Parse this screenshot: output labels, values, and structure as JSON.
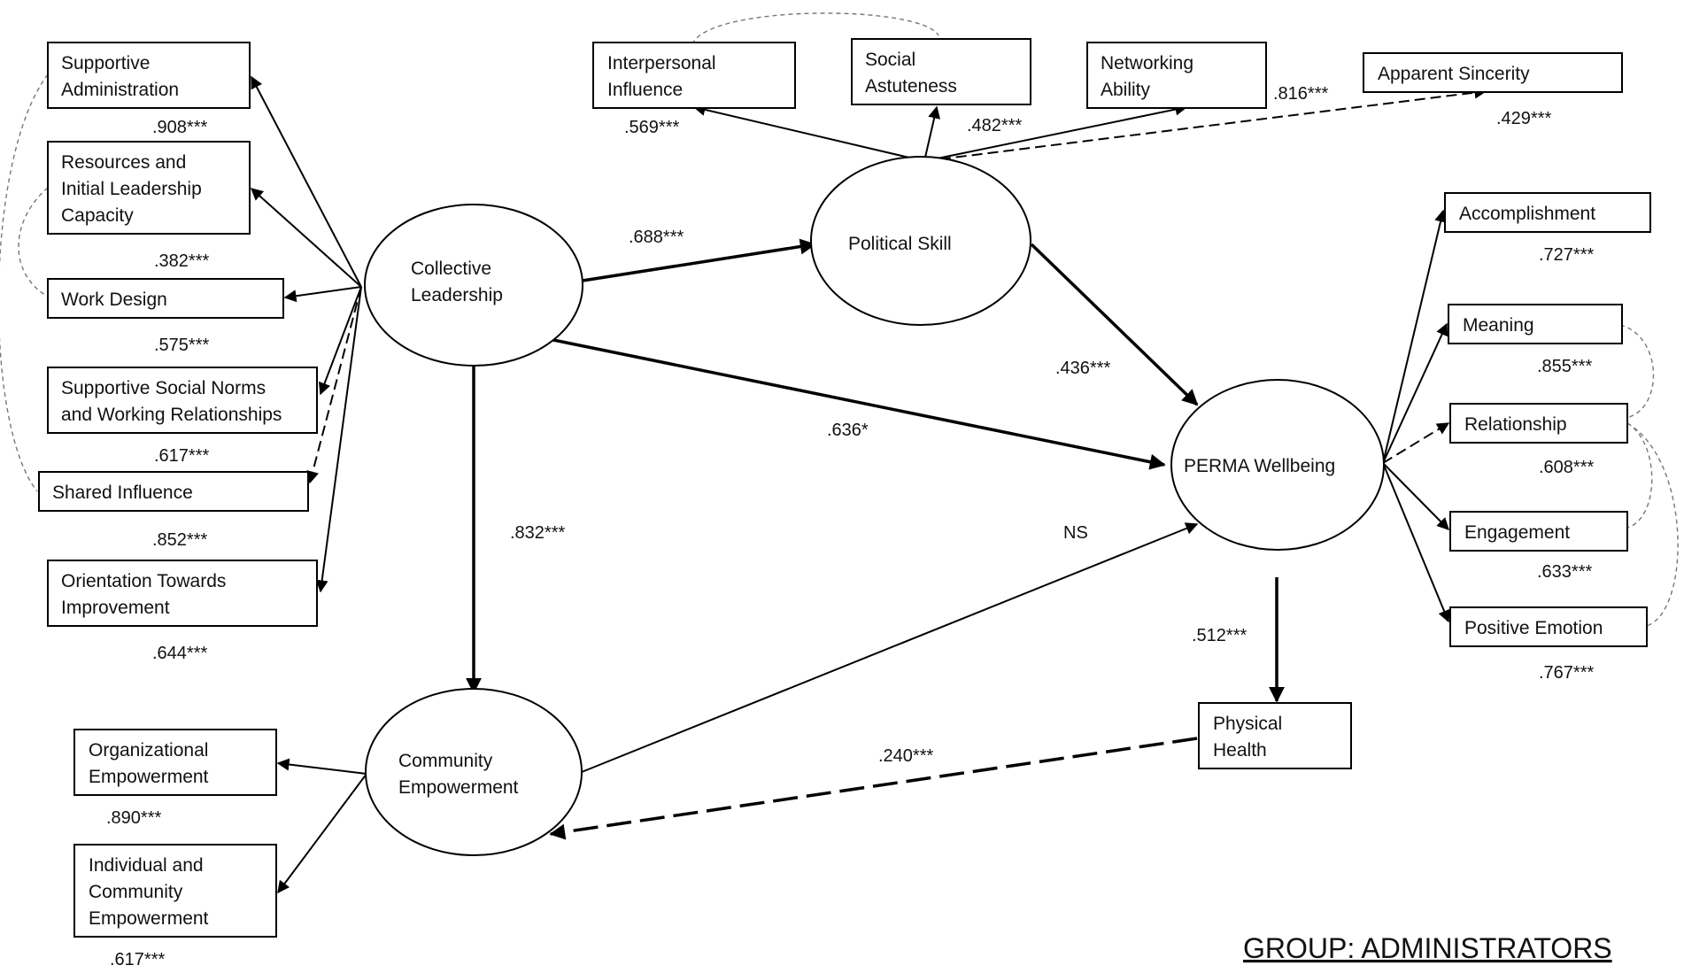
{
  "group_label": "GROUP:  ADMINISTRATORS",
  "latents": {
    "collective": [
      "Collective",
      "Leadership"
    ],
    "political": [
      "Political Skill"
    ],
    "perma": [
      "PERMA Wellbeing"
    ],
    "community": [
      "Community",
      "Empowerment"
    ]
  },
  "indicators": {
    "supportive_admin": [
      "Supportive",
      "Administration"
    ],
    "resources": [
      "Resources and",
      "Initial Leadership",
      "Capacity"
    ],
    "work_design": [
      "Work Design"
    ],
    "social_norms": [
      "Supportive Social Norms",
      "and Working Relationships"
    ],
    "shared_influence": [
      "Shared Influence"
    ],
    "orientation": [
      "Orientation Towards",
      "Improvement"
    ],
    "interpersonal": [
      "Interpersonal",
      "Influence"
    ],
    "astuteness": [
      "Social",
      "Astuteness"
    ],
    "networking": [
      "Networking",
      "Ability"
    ],
    "sincerity": [
      "Apparent Sincerity"
    ],
    "accomplishment": [
      "Accomplishment"
    ],
    "meaning": [
      "Meaning"
    ],
    "relationship": [
      "Relationship"
    ],
    "engagement": [
      "Engagement"
    ],
    "positive_emotion": [
      "Positive Emotion"
    ],
    "physical_health": [
      "Physical",
      "Health"
    ],
    "org_empowerment": [
      "Organizational",
      "Empowerment"
    ],
    "indiv_empowerment": [
      "Individual and",
      "Community",
      "Empowerment"
    ]
  },
  "coefficients": {
    "supportive_admin": ".908***",
    "resources": ".382***",
    "work_design": ".575***",
    "social_norms": ".617***",
    "shared_influence": ".852***",
    "orientation": ".644***",
    "interpersonal": ".569***",
    "astuteness": ".482***",
    "networking": ".816***",
    "sincerity": ".429***",
    "accomplishment": ".727***",
    "meaning": ".855***",
    "relationship": ".608***",
    "engagement": ".633***",
    "positive_emotion": ".767***",
    "org_empowerment": ".890***",
    "indiv_empowerment": ".617***",
    "cl_to_ps": ".688***",
    "ps_to_perma": ".436***",
    "cl_to_perma": ".636*",
    "cl_to_ce": ".832***",
    "ce_to_perma": "NS",
    "perma_to_health": ".512***",
    "health_to_ce": ".240***"
  }
}
